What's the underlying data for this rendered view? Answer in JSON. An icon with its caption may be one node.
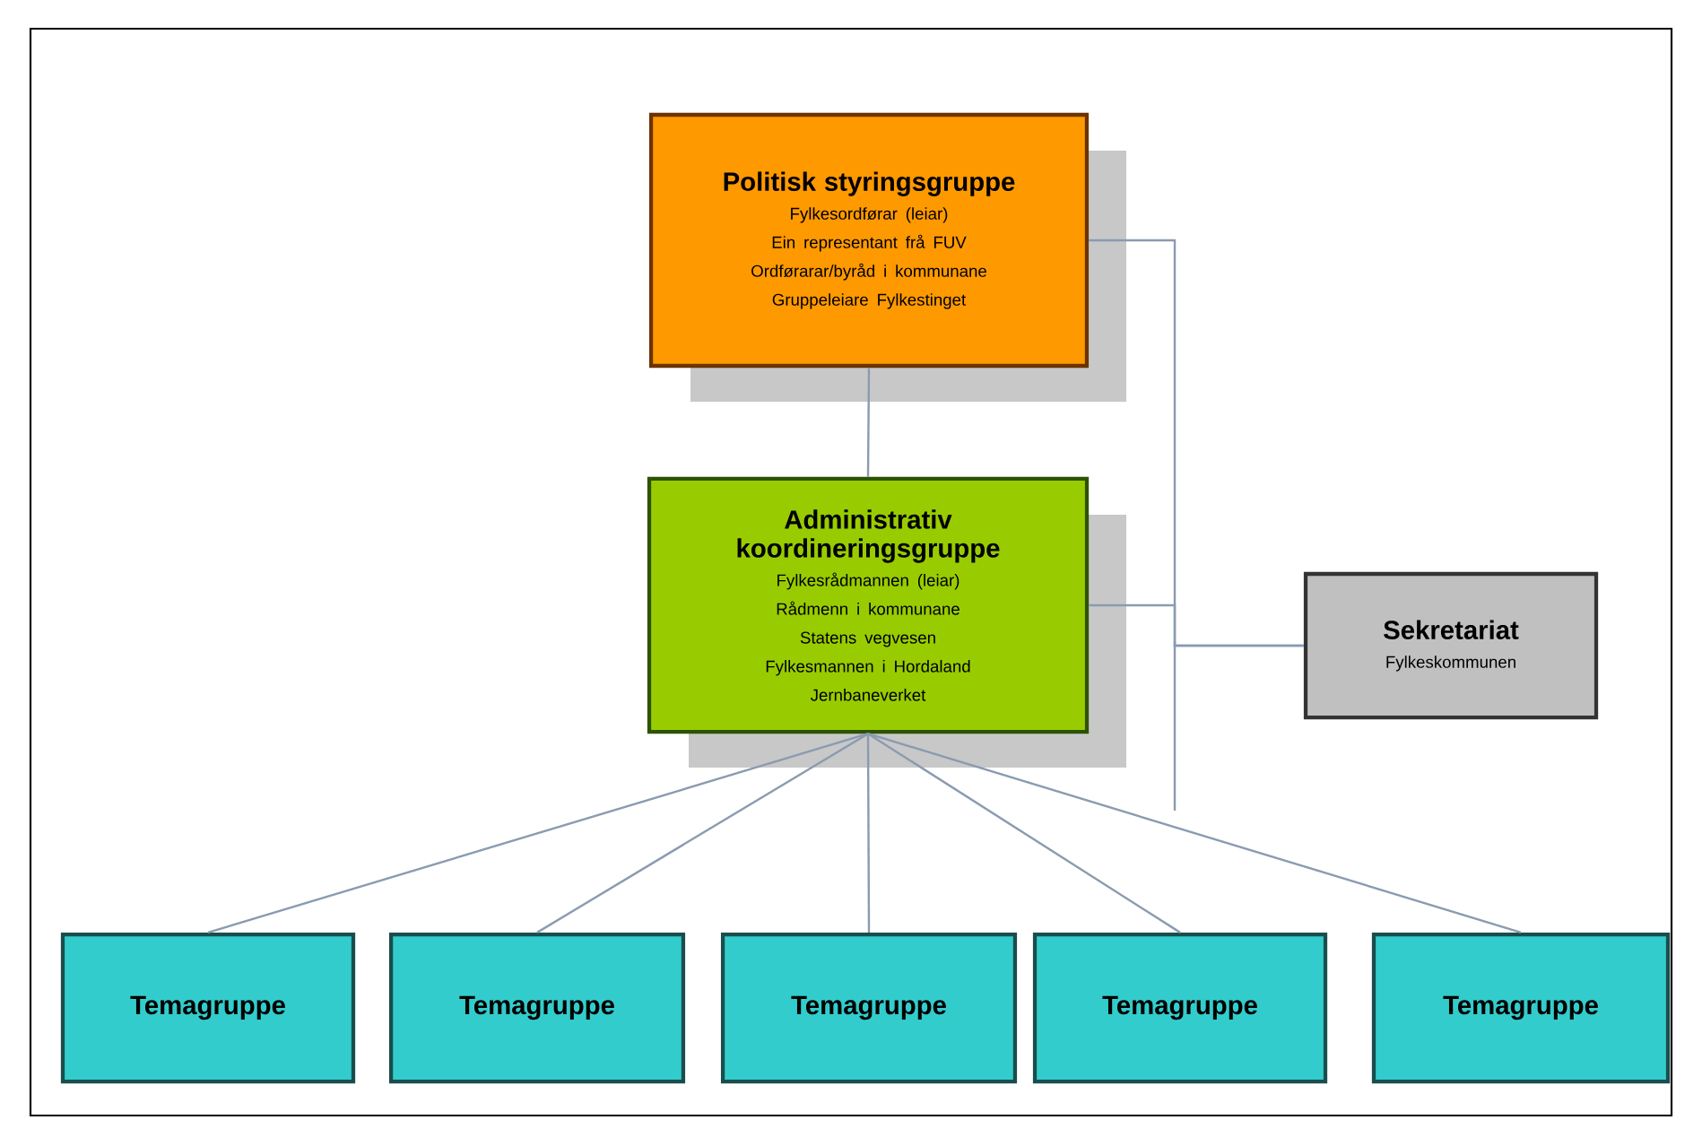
{
  "diagram": {
    "nodes": [
      {
        "text": [
          "Politisk styringsgruppe",
          "Fylkesordførar (leiar)",
          "Ein representant frå FUV",
          "Ordførarar/byråd i kommunane",
          "Gruppeleiare Fylkestinget"
        ]
      },
      {
        "text": [
          "Administrativ koordineringsgruppe",
          "Fylkesrådmannen (leiar)",
          "Rådmenn i kommunane",
          "Statens vegvesen",
          "Fylkesmannen i Hordaland",
          "Jernbaneverket"
        ]
      },
      {
        "text": [
          "Sekretariat",
          "Fylkeskommunen"
        ]
      },
      {
        "text": [
          "Temagruppe"
        ]
      },
      {
        "text": [
          "Temagruppe"
        ]
      },
      {
        "text": [
          "Temagruppe"
        ]
      },
      {
        "text": [
          "Temagruppe"
        ]
      },
      {
        "text": [
          "Temagruppe"
        ]
      }
    ],
    "edges": [
      {
        "from": 0,
        "to": 1,
        "arrow": "none"
      },
      {
        "from": 0,
        "to": 2,
        "arrow": "none"
      },
      {
        "from": 1,
        "to": 2,
        "arrow": "none"
      },
      {
        "from": 1,
        "to": 3,
        "arrow": "none"
      },
      {
        "from": 1,
        "to": 4,
        "arrow": "none"
      },
      {
        "from": 1,
        "to": 5,
        "arrow": "none"
      },
      {
        "from": 1,
        "to": 6,
        "arrow": "none"
      },
      {
        "from": 1,
        "to": 7,
        "arrow": "none"
      }
    ]
  }
}
